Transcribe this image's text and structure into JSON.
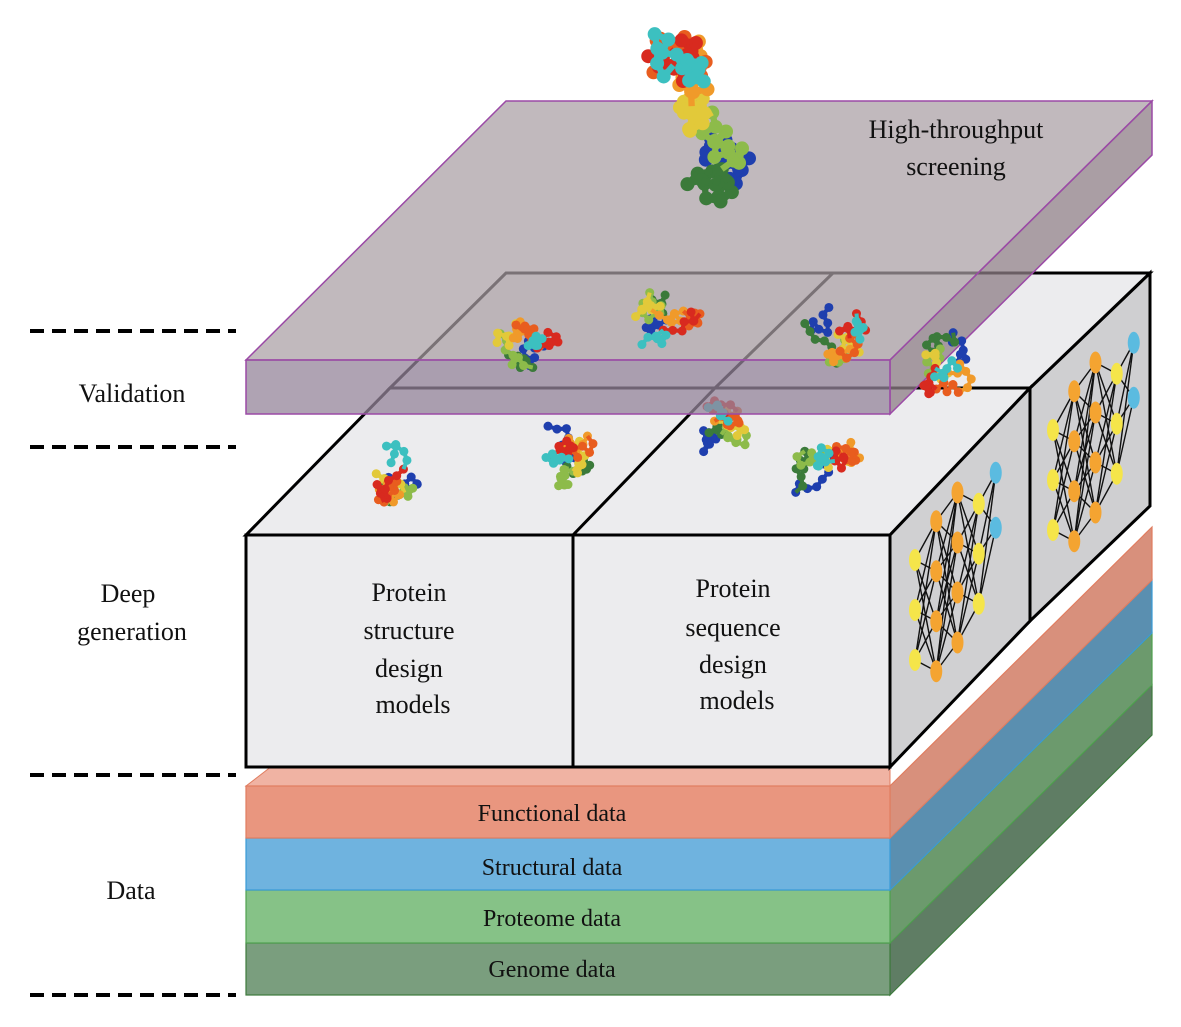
{
  "left_labels": {
    "validation": "Validation",
    "deep_generation_line1": "Deep",
    "deep_generation_line2": "generation",
    "data": "Data"
  },
  "validation_plate": {
    "line1": "High-throughput",
    "line2": "screening"
  },
  "models": {
    "structure": [
      "Protein",
      "structure",
      "design",
      "models"
    ],
    "sequence": [
      "Protein",
      "sequence",
      "design",
      "models"
    ]
  },
  "data_layers": [
    {
      "label": "Functional data",
      "color": "#E9967F"
    },
    {
      "label": "Structural data",
      "color": "#6FB3DF"
    },
    {
      "label": "Proteome data",
      "color": "#86C287"
    },
    {
      "label": "Genome data",
      "color": "#7A9E7E"
    }
  ],
  "colors": {
    "plate": "#a99ea3",
    "plate_edge": "#9b4aa6",
    "box_face": "#ececee",
    "box_side": "#d0d0d2",
    "neuron_yellow": "#f5e54a",
    "neuron_orange": "#f4a431",
    "neuron_blue": "#5bbbe0"
  },
  "icons": [
    "protein-ball-stick-icon",
    "neural-network-icon"
  ]
}
